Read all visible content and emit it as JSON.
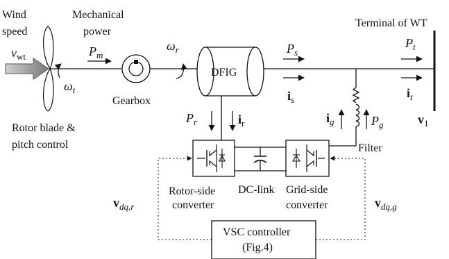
{
  "labels": {
    "wind_speed_line1": "Wind",
    "wind_speed_line2": "speed",
    "mech_power_line1": "Mechanical",
    "mech_power_line2": "power",
    "terminal": "Terminal of WT",
    "dfig": "DFIG",
    "gearbox": "Gearbox",
    "rotor_blade_line1": "Rotor blade &",
    "rotor_blade_line2": "pitch control",
    "filter": "Filter",
    "rotor_side_line1": "Rotor-side",
    "rotor_side_line2": "converter",
    "dc_link": "DC-link",
    "grid_side_line1": "Grid-side",
    "grid_side_line2": "converter",
    "vsc_line1": "VSC controller",
    "vsc_line2": "(Fig.4)"
  },
  "symbols": {
    "v_wt": {
      "main": "v",
      "sub": "wt"
    },
    "p_m": {
      "main": "P",
      "sub": "m"
    },
    "omega_t": {
      "main": "ω",
      "sub": "t"
    },
    "omega_r": {
      "main": "ω",
      "sub": "r"
    },
    "p_s": {
      "main": "P",
      "sub": "s"
    },
    "i_s": {
      "main": "i",
      "sub": "s"
    },
    "p_t": {
      "main": "P",
      "sub": "t"
    },
    "i_t": {
      "main": "i",
      "sub": "t"
    },
    "v_1": {
      "main": "v",
      "sub": "1"
    },
    "p_r": {
      "main": "P",
      "sub": "r"
    },
    "i_r": {
      "main": "i",
      "sub": "r"
    },
    "i_g": {
      "main": "i",
      "sub": "g"
    },
    "p_g": {
      "main": "P",
      "sub": "g"
    },
    "v_dqr": {
      "main": "v",
      "sub": "dq,r"
    },
    "v_dqg": {
      "main": "v",
      "sub": "dq,g"
    }
  }
}
